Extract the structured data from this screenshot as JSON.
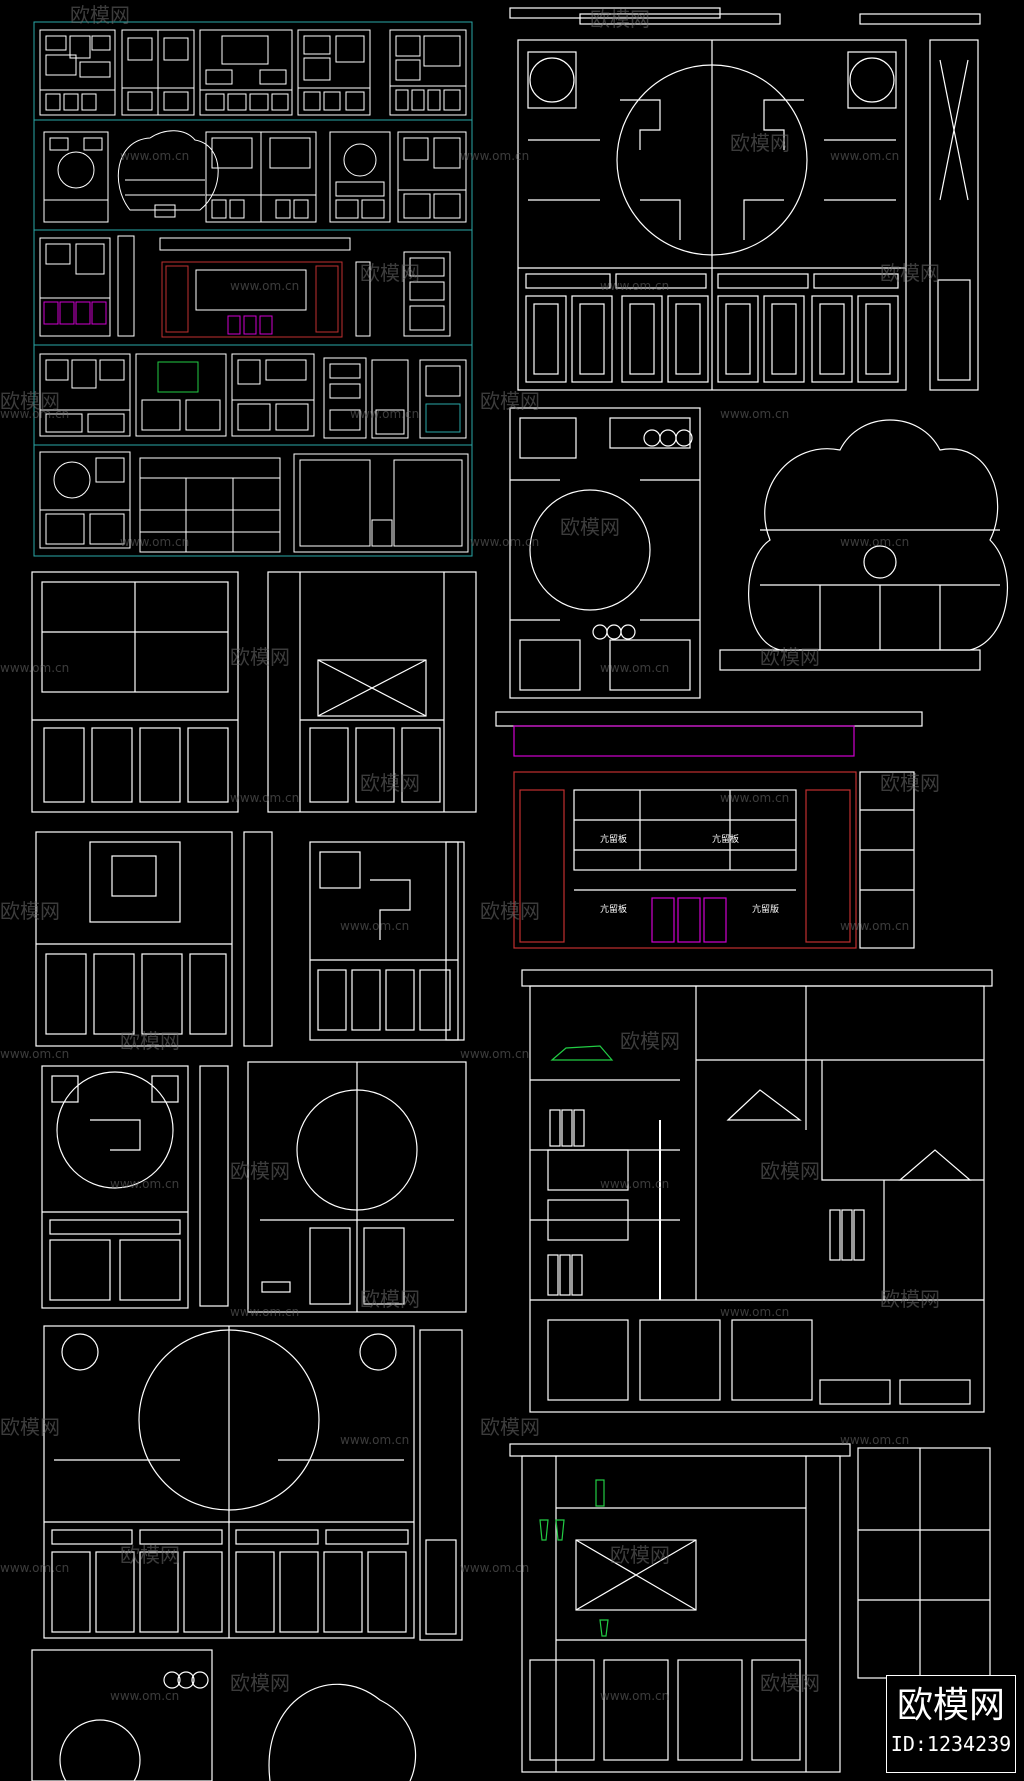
{
  "watermark": {
    "brand": "欧模网",
    "site": "www.om.cn"
  },
  "labels": {
    "shelf_tag": "亢留板",
    "shelf_tag_alt": "亢留版"
  },
  "brand_badge": {
    "name": "欧模网",
    "id": "ID:1234239"
  },
  "colors": {
    "line": "#ffffff",
    "frame": "#2aa7a7",
    "accent_magenta": "#d000d0",
    "accent_red": "#c03030",
    "accent_green": "#22cc44",
    "accent_yellow": "#d8c020"
  }
}
